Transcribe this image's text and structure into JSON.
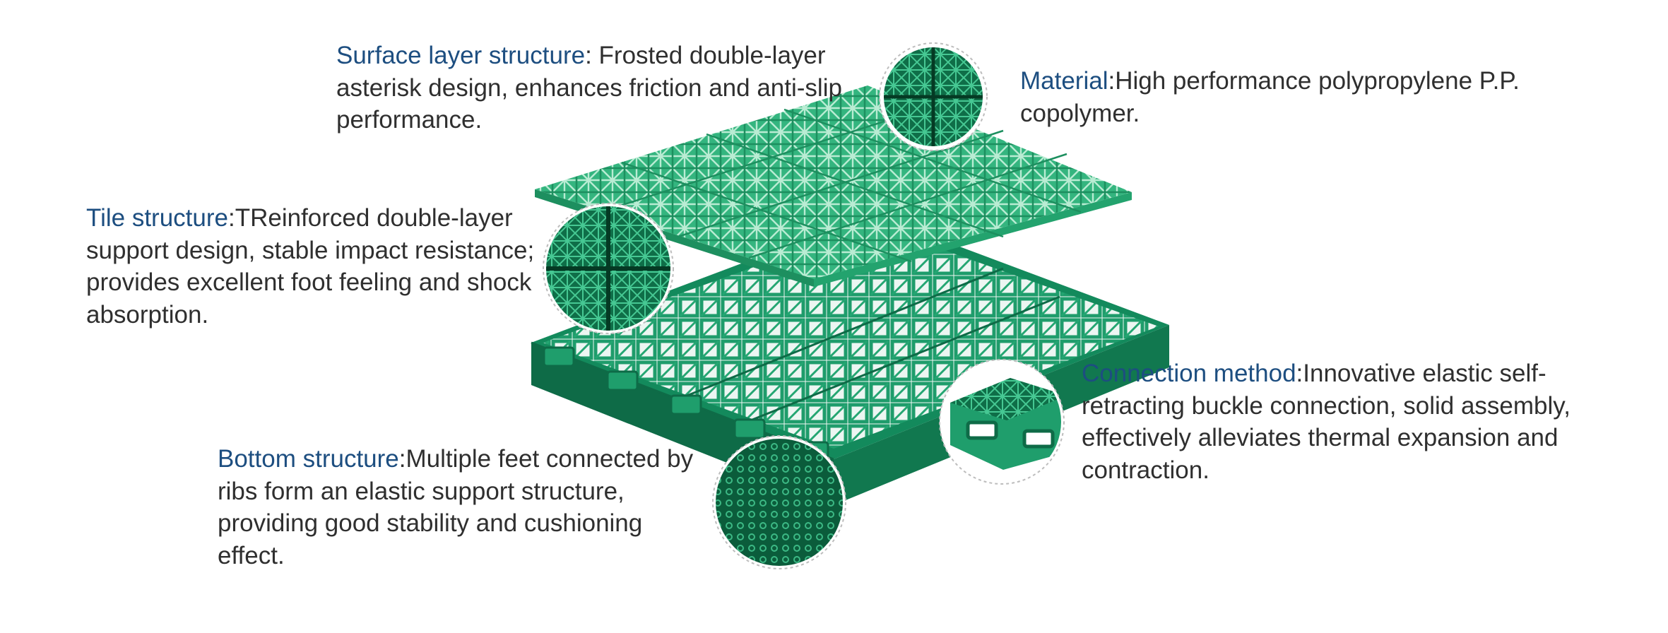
{
  "callouts": {
    "surface": {
      "title": "Surface layer structure",
      "text": ": Frosted double-layer asterisk design, enhances friction and anti-slip performance."
    },
    "material": {
      "title": "Material",
      "text": ":High performance polypropylene P.P. copolymer."
    },
    "tile": {
      "title": "Tile structure",
      "text": ":TReinforced double-layer support design, stable impact resistance; provides excellent foot feeling and shock absorption."
    },
    "connection": {
      "title": "Connection method",
      "text": ":Innovative elastic self-retracting buckle connection, solid assembly, effectively alleviates thermal expansion and contraction."
    },
    "bottom": {
      "title": "Bottom structure",
      "text": ":Multiple feet connected by ribs form an elastic support structure, providing good stability and cushioning effect."
    }
  },
  "colors": {
    "title_blue": "#1d4e80",
    "body_text": "#2f2f2f",
    "tile_green": "#1f9e6c",
    "tile_green_light": "#3fc08c",
    "tile_green_dark": "#0f6e48"
  },
  "icons": {
    "surface_zoom": "magnified-surface-pattern",
    "material_zoom": "magnified-material-detail",
    "tile_zoom": "magnified-tile-support",
    "connection_zoom": "magnified-buckle-connector",
    "bottom_zoom": "magnified-bottom-feet"
  }
}
